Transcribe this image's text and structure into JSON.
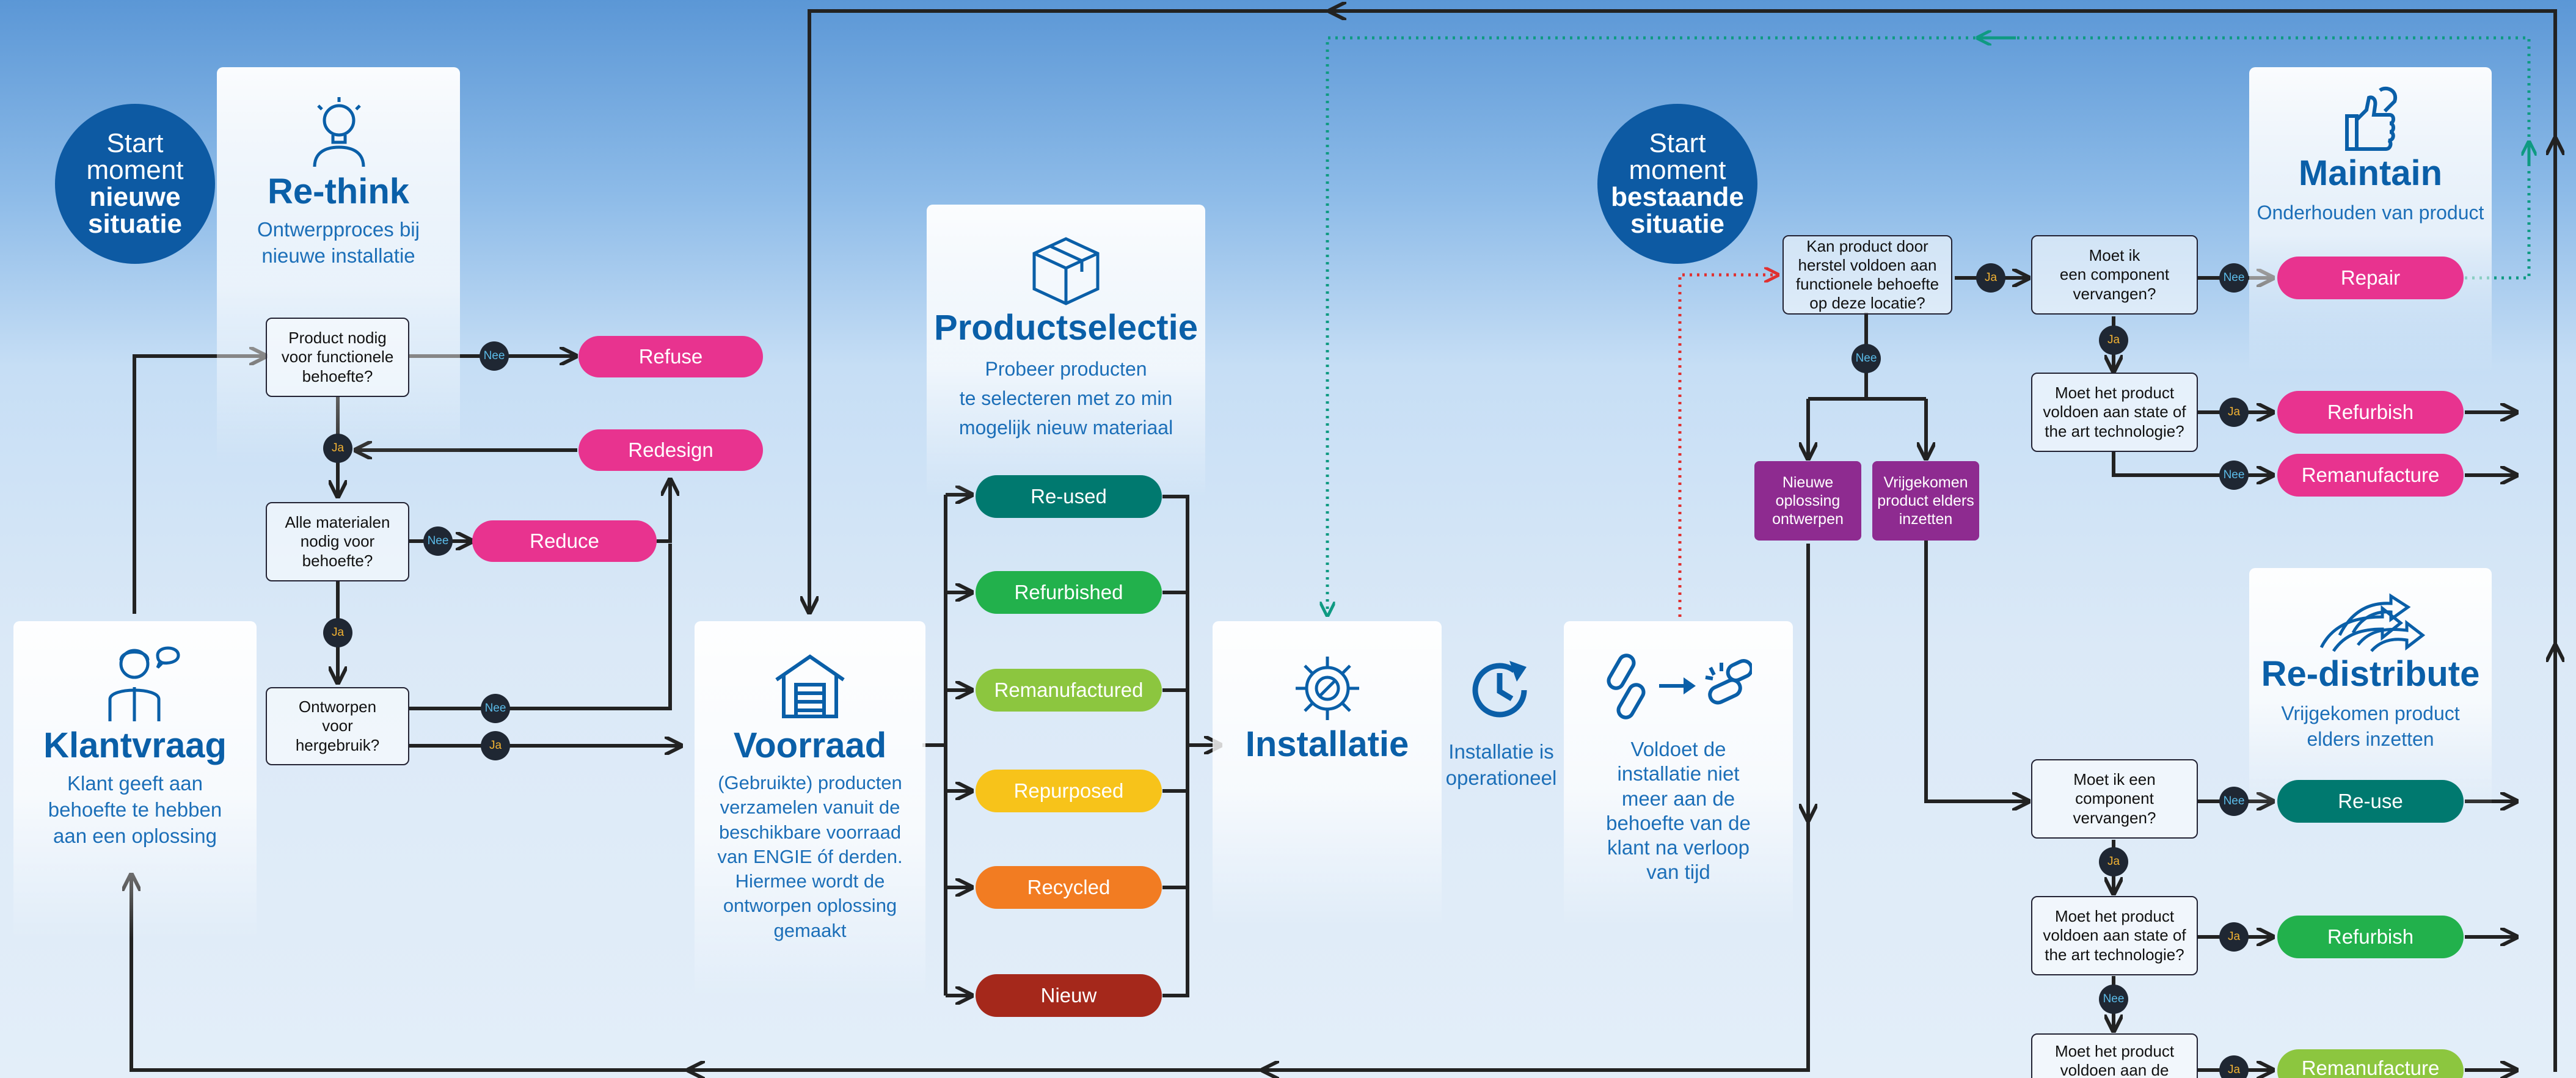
{
  "start_new": {
    "line1": "Start",
    "line2": "moment",
    "line3": "nieuwe",
    "line4": "situatie"
  },
  "start_existing": {
    "line1": "Start",
    "line2": "moment",
    "line3": "bestaande",
    "line4": "situatie"
  },
  "rethink": {
    "title": "Re-think",
    "sub1": "Ontwerpproces bij",
    "sub2": "nieuwe installatie"
  },
  "klantvraag": {
    "title": "Klantvraag",
    "sub1": "Klant geeft aan",
    "sub2": "behoefte te hebben",
    "sub3": "aan een oplossing"
  },
  "voorraad": {
    "title": "Voorraad",
    "l1": "(Gebruikte) producten",
    "l2": "verzamelen vanuit de",
    "l3": "beschikbare voorraad",
    "l4": "van ENGIE óf derden.",
    "l5": "Hiermee wordt de",
    "l6": "ontworpen oplossing",
    "l7": "gemaakt"
  },
  "productselectie": {
    "title": "Productselectie",
    "l1": "Probeer producten",
    "l2": "te selecteren met zo min",
    "l3": "mogelijk nieuw materiaal"
  },
  "installatie": {
    "title": "Installatie"
  },
  "operationeel": {
    "l1": "Installatie is",
    "l2": "operationeel"
  },
  "voldoet": {
    "l1": "Voldoet de",
    "l2": "installatie niet",
    "l3": "meer aan de",
    "l4": "behoefte van de",
    "l5": "klant na verloop",
    "l6": "van tijd"
  },
  "maintain": {
    "title": "Maintain",
    "sub": "Onderhouden van product"
  },
  "redistribute": {
    "title": "Re-distribute",
    "sub1": "Vrijgekomen product",
    "sub2": "elders inzetten"
  },
  "decisions": {
    "d1": {
      "l1": "Product nodig",
      "l2": "voor functionele",
      "l3": "behoefte?"
    },
    "d2": {
      "l1": "Alle materialen",
      "l2": "nodig voor",
      "l3": "behoefte?"
    },
    "d3": {
      "l1": "Ontworpen",
      "l2": "voor",
      "l3": "hergebruik?"
    },
    "d4": {
      "l1": "Kan product door",
      "l2": "herstel voldoen aan",
      "l3": "functionele behoefte",
      "l4": "op deze locatie?"
    },
    "d5": {
      "l1": "Moet ik",
      "l2": "een component",
      "l3": "vervangen?"
    },
    "d6": {
      "l1": "Moet het product",
      "l2": "voldoen aan state of",
      "l3": "the art technologie?"
    },
    "d7": {
      "l1": "Moet ik een",
      "l2": "component",
      "l3": "vervangen?"
    },
    "d8": {
      "l1": "Moet het product",
      "l2": "voldoen aan state of",
      "l3": "the art technologie?"
    },
    "d9": {
      "l1": "Moet het product",
      "l2": "voldoen aan de"
    }
  },
  "pills": {
    "refuse": "Refuse",
    "redesign": "Redesign",
    "reduce": "Reduce",
    "reused": "Re-used",
    "refurbished": "Refurbished",
    "remanufactured": "Remanufactured",
    "repurposed": "Repurposed",
    "recycled": "Recycled",
    "nieuw": "Nieuw",
    "repair": "Repair",
    "refurbish1": "Refurbish",
    "remanufacture1": "Remanufacture",
    "reuse": "Re-use",
    "refurbish2": "Refurbish",
    "remanufacture2": "Remanufacture"
  },
  "purple": {
    "p1": {
      "l1": "Nieuwe",
      "l2": "oplossing",
      "l3": "ontwerpen"
    },
    "p2": {
      "l1": "Vrijgekomen",
      "l2": "product elders",
      "l3": "inzetten"
    }
  },
  "badges": {
    "nee": "Nee",
    "ja": "Ja"
  },
  "colors": {
    "teal": "#00796f",
    "green": "#22b14c",
    "lime": "#8cc63f",
    "yellow": "#f7c31a",
    "orange": "#f27c22",
    "red": "#a5281b",
    "pink": "#e8338f",
    "purple": "#8e2b90",
    "navy": "#0d5aa3"
  }
}
